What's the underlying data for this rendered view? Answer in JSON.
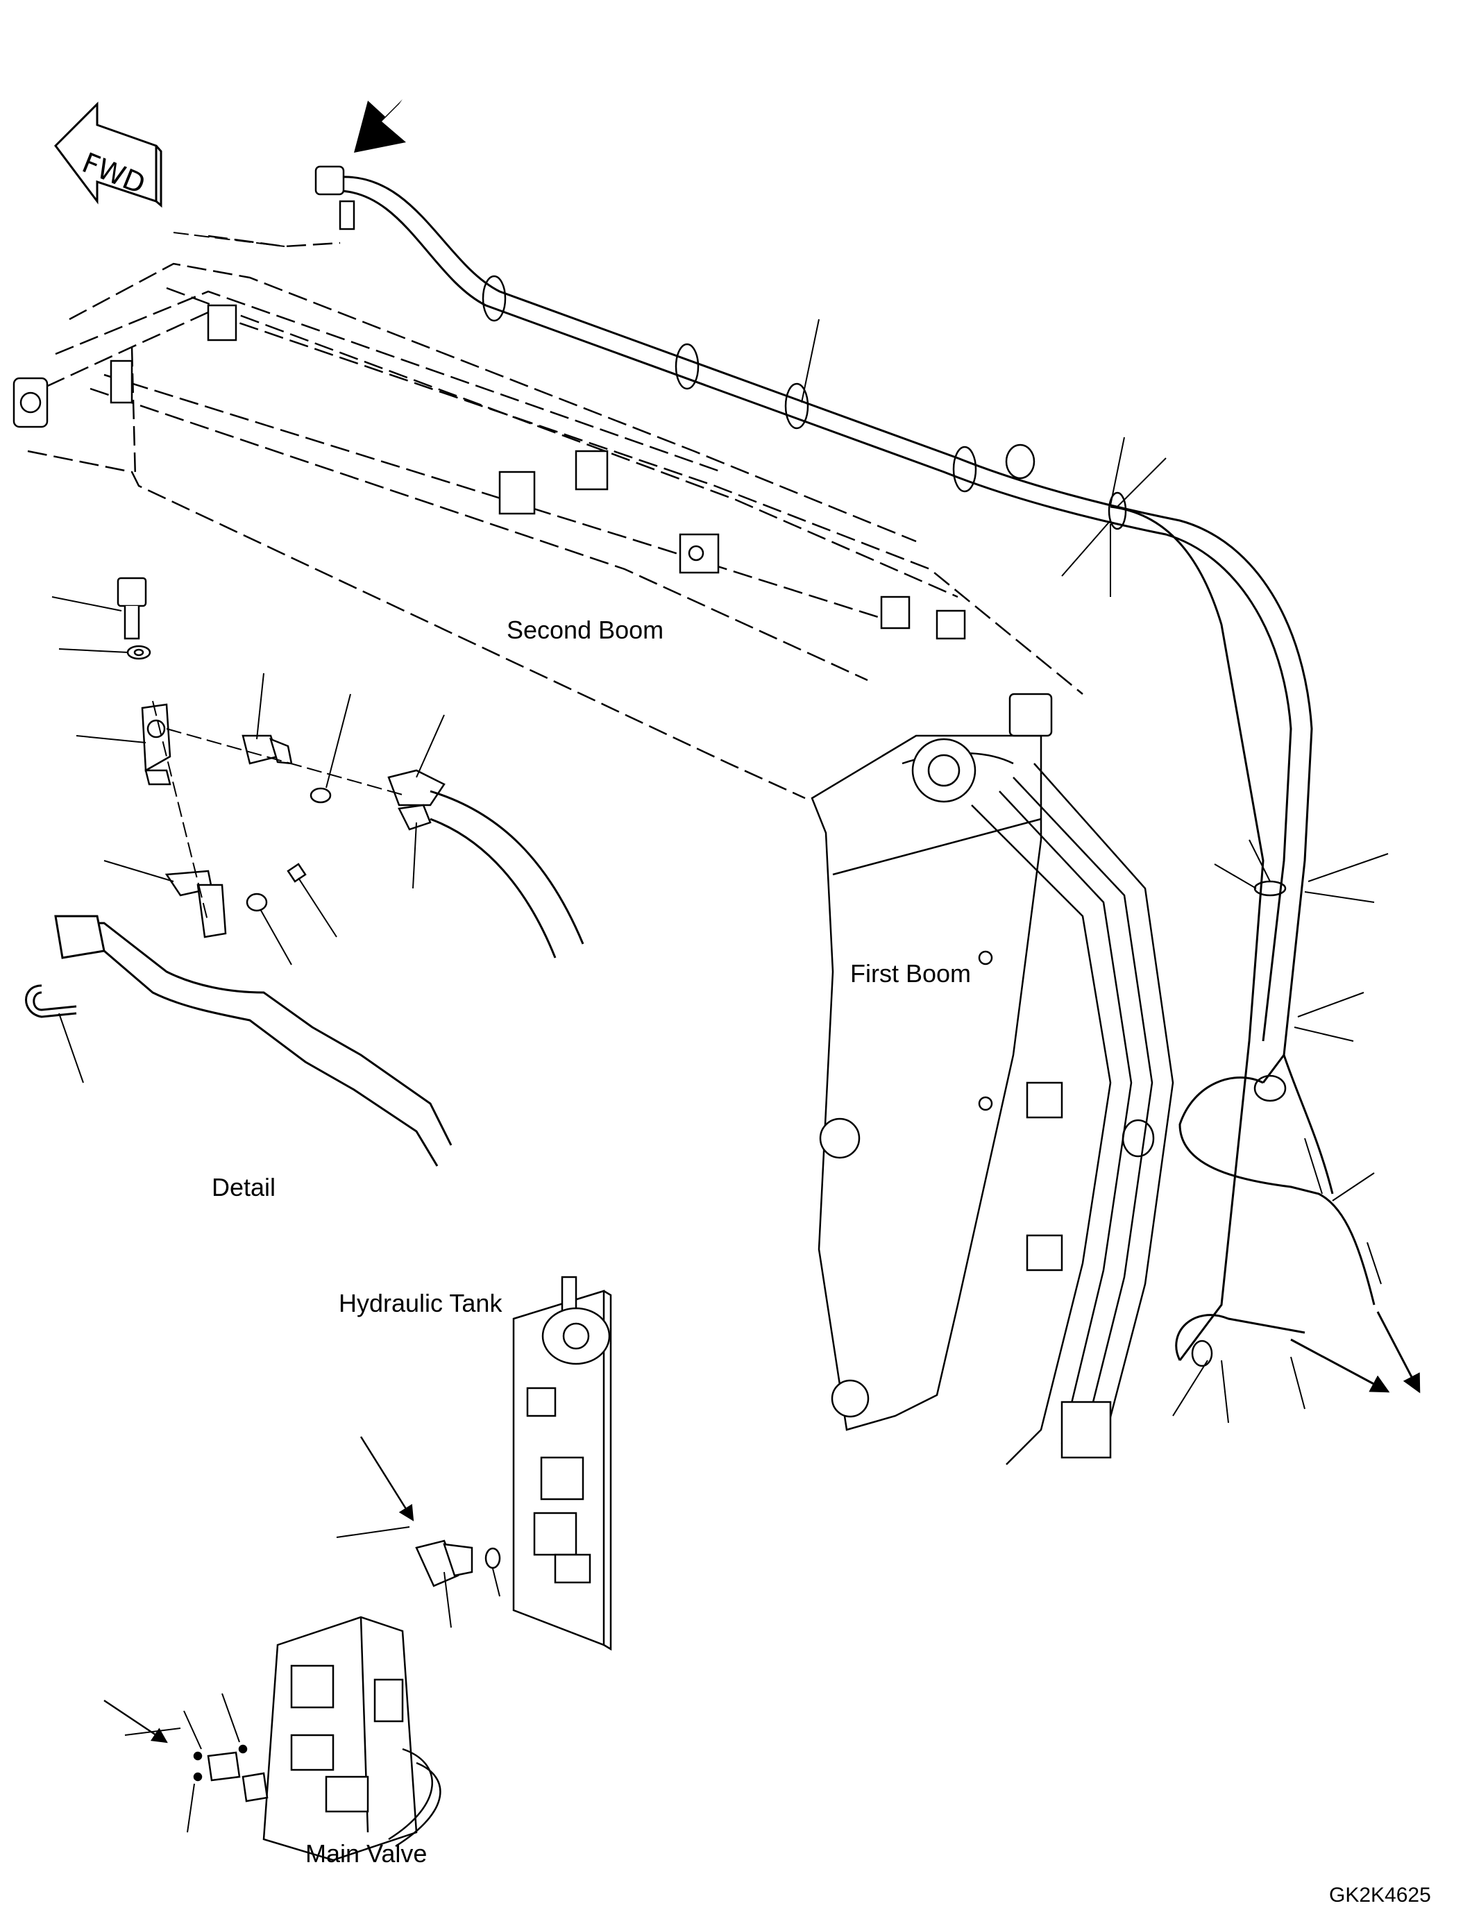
{
  "figure": {
    "orientation_badge": {
      "text": "FWD",
      "icon": "fwd-arrow-icon"
    },
    "labels": {
      "second_boom": "Second Boom",
      "first_boom": "First Boom",
      "detail": "Detail",
      "hydraulic_tank": "Hydraulic Tank",
      "main_valve": "Main Valve"
    },
    "drawing_code": "GK2K4625",
    "colors": {
      "line": "#000000",
      "background": "#ffffff"
    }
  }
}
